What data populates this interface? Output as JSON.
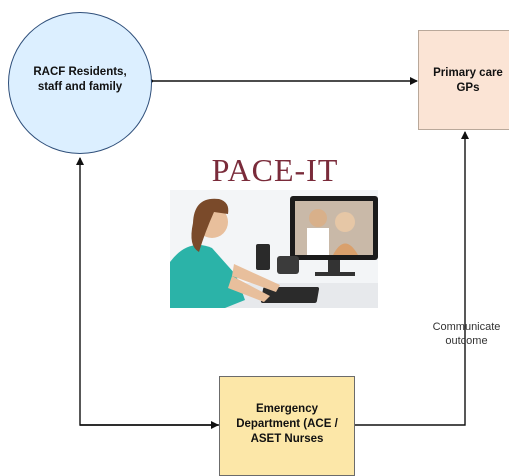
{
  "nodes": {
    "racf": {
      "line1": "RACF Residents,",
      "line2": "staff and family"
    },
    "gp": {
      "line1": "Primary care",
      "line2": "GPs"
    },
    "ed": {
      "line1": "Emergency",
      "line2": "Department (ACE /",
      "line3": "ASET Nurses"
    }
  },
  "center_title": "PACE-IT",
  "edge_labels": {
    "communicate_line1": "Communicate",
    "communicate_line2": "outcome"
  },
  "colors": {
    "racf_fill": "#dcefff",
    "gp_fill": "#fbe4d5",
    "ed_fill": "#fce7a8",
    "title": "#7a2b3a"
  }
}
